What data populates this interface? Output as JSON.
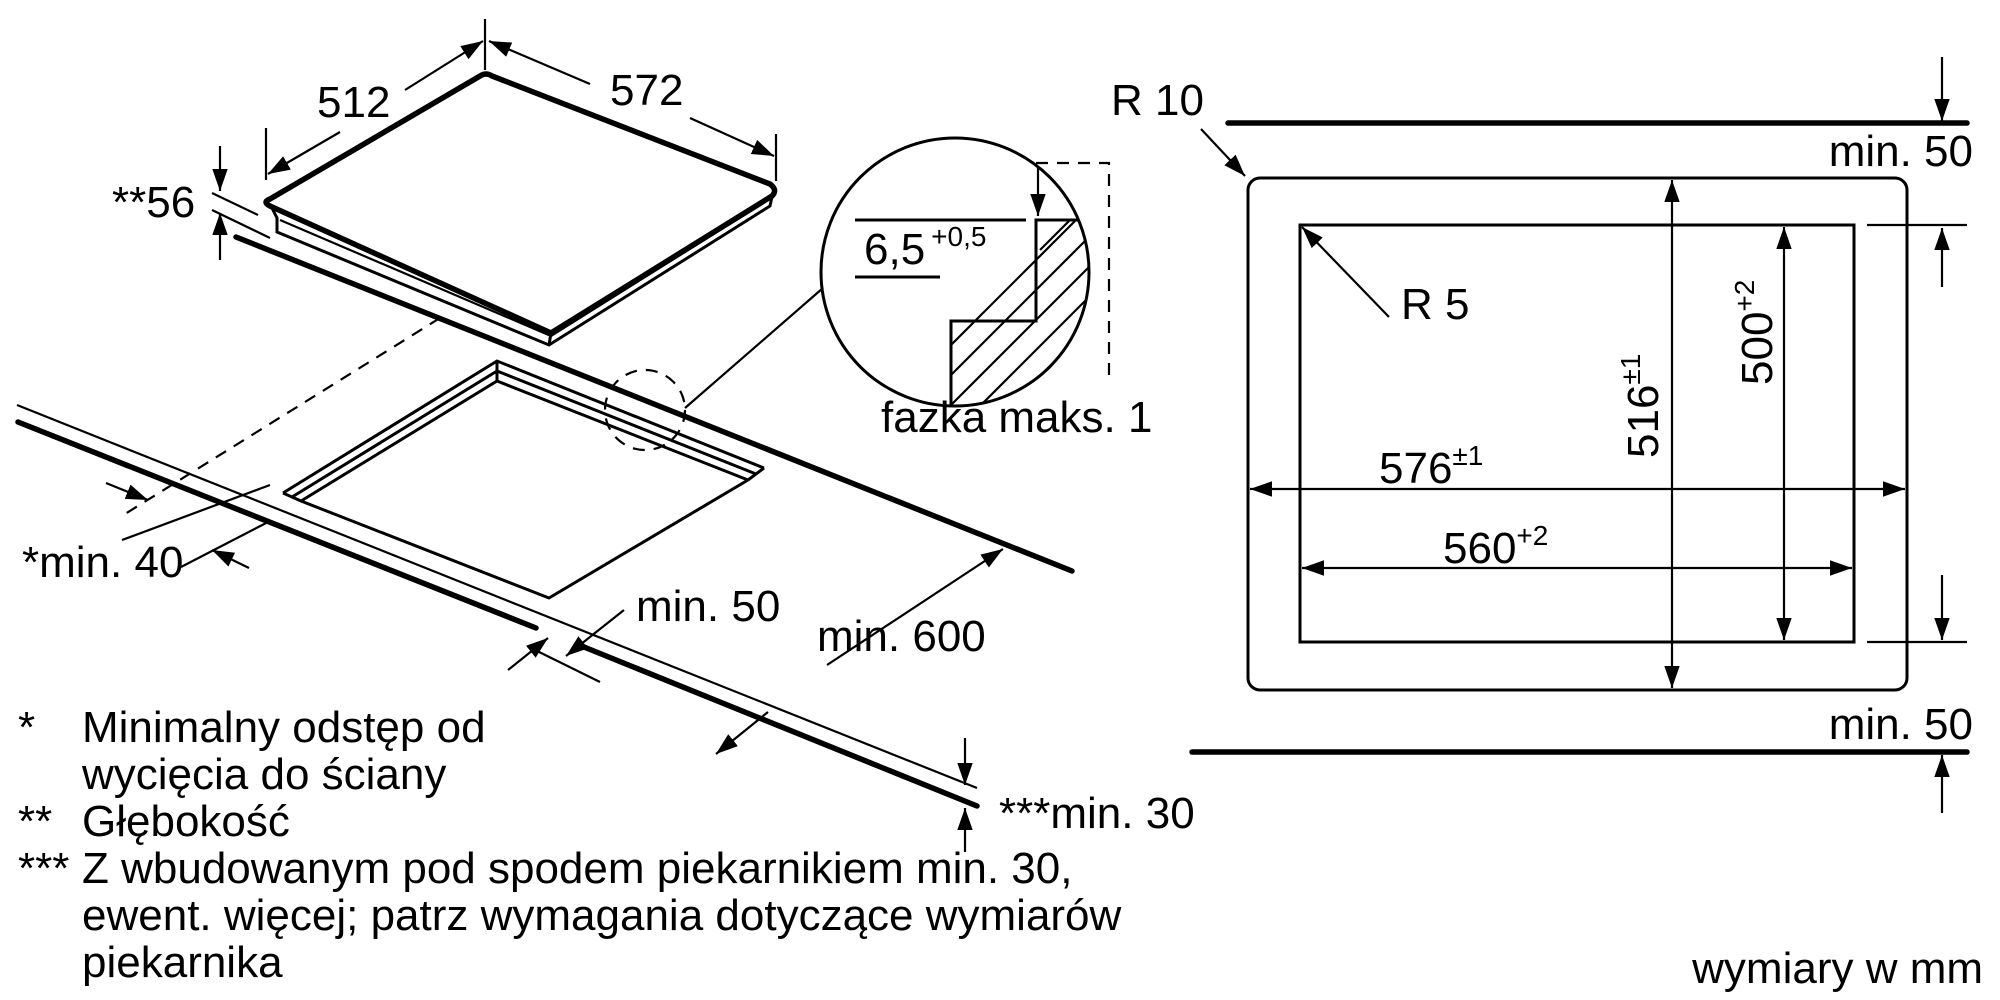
{
  "colors": {
    "ink": "#000000",
    "background": "#ffffff"
  },
  "hob": {
    "width_label": "572",
    "depth_label": "512",
    "height_label": "**56"
  },
  "cutout_iso": {
    "min_wall_label": "*min. 40",
    "min_front_label": "min. 50",
    "min_depth_label": "min. 600",
    "min_thickness_label": "***min. 30"
  },
  "detail": {
    "step_value": "6,5",
    "step_tolerance": "+0,5",
    "chamfer_label": "fazka maks. 1"
  },
  "plan": {
    "outer_radius_label": "R 10",
    "inner_radius_label": "R 5",
    "top_clearance_label": "min. 50",
    "bottom_clearance_label": "min. 50",
    "outer_width": {
      "value": "576",
      "tolerance": "±1"
    },
    "inner_width": {
      "value": "560",
      "tolerance": "+2"
    },
    "outer_depth": {
      "value": "516",
      "tolerance": "±1"
    },
    "inner_depth": {
      "value": "500",
      "tolerance": "+2"
    }
  },
  "notes": [
    {
      "marker": "*",
      "lines": [
        "Minimalny odstęp od",
        "wycięcia do ściany"
      ]
    },
    {
      "marker": "**",
      "lines": [
        "Głębokość"
      ]
    },
    {
      "marker": "***",
      "lines": [
        "Z wbudowanym pod spodem piekarnikiem min. 30,",
        "ewent. więcej; patrz wymagania dotyczące wymiarów",
        "piekarnika"
      ]
    }
  ],
  "units_label": "wymiary w mm"
}
